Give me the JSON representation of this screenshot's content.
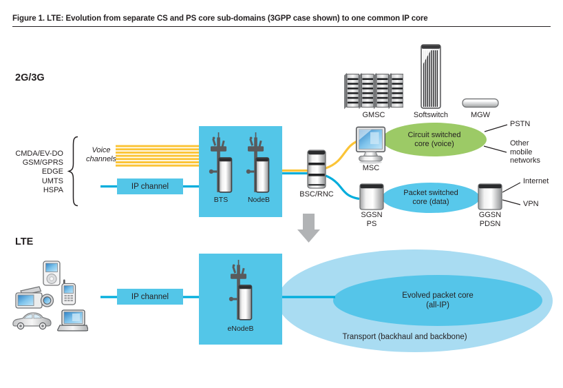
{
  "title": "Figure 1. LTE: Evolution from separate CS and PS core sub-domains (3GPP case shown) to one common IP core",
  "sections": {
    "g23": {
      "label": "2G/3G",
      "technologies": [
        "CMDA/EV-DO",
        "GSM/GPRS",
        "EDGE",
        "UMTS",
        "HSPA"
      ],
      "voice_channels": "Voice\nchannels",
      "ip_channel": "IP channel",
      "bts": "BTS",
      "nodeb": "NodeB",
      "bsc_rnc": "BSC/RNC",
      "gmsc": "GMSC",
      "softswitch": "Softswitch",
      "mgw": "MGW",
      "msc": "MSC",
      "cs_core": "Circuit switched\ncore (voice)",
      "ps_core": "Packet switched\ncore (data)",
      "sgsn": "SGSN\nPS",
      "ggsn": "GGSN\nPDSN",
      "pstn": "PSTN",
      "other_mobile": "Other\nmobile\nnetworks",
      "internet": "Internet",
      "vpn": "VPN"
    },
    "lte": {
      "label": "LTE",
      "ip_channel": "IP channel",
      "enodeb": "eNodeB",
      "epc": "Evolved packet core\n(all-IP)",
      "transport": "Transport (backhaul and backbone)"
    }
  },
  "icons": {
    "bts": "antenna-mast-icon",
    "nodeb": "antenna-mast-icon",
    "enodeb": "antenna-mast-icon",
    "gmsc": "server-rack-icon",
    "softswitch": "tower-server-icon",
    "mgw": "disc-gateway-icon",
    "msc": "desktop-computer-icon",
    "bsc_rnc": "cylinder-server-icon",
    "sgsn": "cylinder-server-icon",
    "ggsn": "cylinder-server-icon",
    "lte_devices": [
      "media-player-icon",
      "mobile-phone-icon",
      "camcorder-icon",
      "car-icon",
      "laptop-icon"
    ],
    "evolution": "down-arrow-icon"
  },
  "colors": {
    "box_cyan": "#53C6E8",
    "line_cyan": "#00ADDC",
    "voice_yellow": "#FBC437",
    "cs_green": "#9CCA66",
    "ps_blue": "#58C8EB",
    "transport_light_blue": "#A9DCF2",
    "epc_blue": "#55C5E9",
    "arrow_gray": "#B1B3B5",
    "text_dark": "#231F20"
  }
}
